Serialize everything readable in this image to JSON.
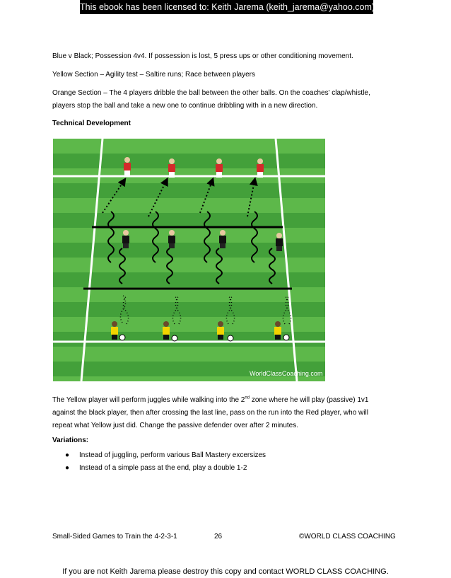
{
  "license_banner": "This ebook has been licensed to: Keith Jarema (keith_jarema@yahoo.com)",
  "paragraphs": {
    "blue_black": "Blue v Black; Possession 4v4. If possession is lost, 5 press ups or other conditioning movement.",
    "yellow_section": "Yellow Section – Agility test – Saltire runs; Race between players",
    "orange_line1": "Orange Section – The 4 players dribble the ball between the other balls. On the coaches' clap/whistle,",
    "orange_line2": "players stop the ball and take a new one to continue dribbling with in a new direction."
  },
  "heading_technical": "Technical Development",
  "diagram": {
    "watermark": "WorldClassCoaching.com",
    "colors": {
      "grass_light": "#5db84a",
      "grass_dark": "#3f9a35",
      "line": "#ffffff",
      "red_player": "#d42a2a",
      "black_player": "#111111",
      "yellow_player": "#f2d400"
    }
  },
  "description": {
    "line1_a": "The Yellow player will perform juggles while walking into the 2",
    "line1_sup": "nd",
    "line1_b": " zone where he will play (passive) 1v1",
    "line2": "against the black player, then after crossing the last line, pass on the run into the Red player, who will",
    "line3": "repeat what Yellow just did. Change the passive defender over after 2 minutes."
  },
  "variations_heading": "Variations:",
  "variations": [
    "Instead of juggling, perform various Ball Mastery excersizes",
    "Instead of a simple pass at the end, play a double 1-2"
  ],
  "footer": {
    "left": "Small-Sided Games to Train the 4-2-3-1",
    "page": "26",
    "right": "©WORLD CLASS COACHING"
  },
  "bottom_notice": "If you are not Keith Jarema please destroy this copy and contact WORLD CLASS COACHING."
}
